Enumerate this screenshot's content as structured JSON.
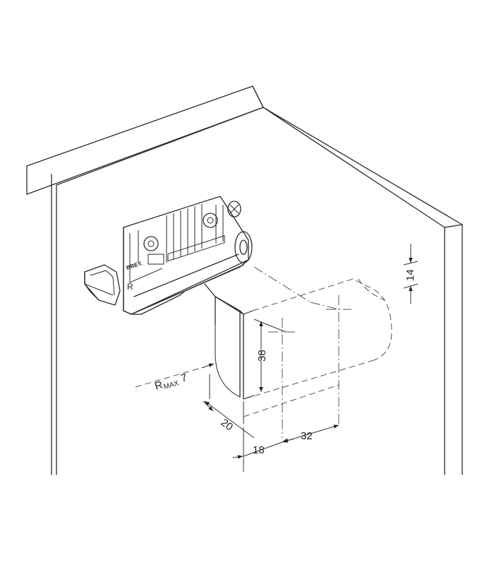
{
  "dimensions": {
    "top_offset": "14",
    "height": "38",
    "radius_prefix": "R",
    "radius_sub": "MAX",
    "radius_value": "7",
    "depth": "20",
    "side_offset": "18",
    "spacing": "32"
  },
  "device": {
    "brand": "BREY.",
    "side_mark": "R"
  },
  "colors": {
    "line": "#2a2a2a",
    "background": "#ffffff"
  }
}
